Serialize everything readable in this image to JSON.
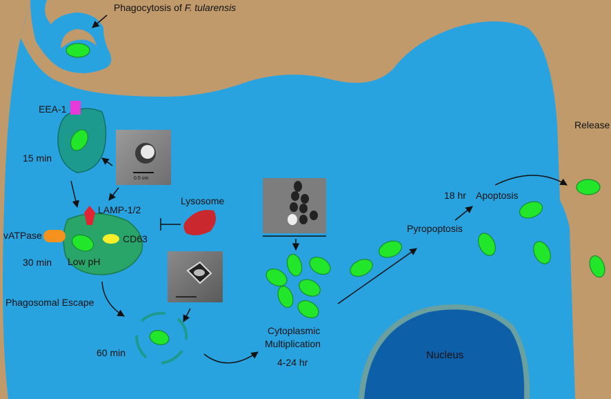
{
  "labels": {
    "phagocytosis": "Phagocytosis of ",
    "species": "F. tularensis",
    "eea1": "EEA-1",
    "t15": "15 min",
    "lamp": "LAMP-1/2",
    "vatpase": "vATPase",
    "cd63": "CD63",
    "t30": "30 min",
    "lowph": "Low pH",
    "lysosome": "Lysosome",
    "escape": "Phagosomal Escape",
    "t60": "60 min",
    "cyto1": "Cytoplasmic",
    "cyto2": "Multiplication",
    "t4_24": "4-24 hr",
    "nucleus": "Nucleus",
    "pyro": "Pyropoptosis",
    "t18": "18 hr",
    "apoptosis": "Apoptosis",
    "release": "Release"
  },
  "colors": {
    "background": "#c19a6b",
    "cytoplasm": "#29a3e0",
    "bacterium": "#22e62a",
    "early_phagosome": "#1d9a8e",
    "late_phagosome": "#2aa56a",
    "eea1_marker": "#e83ad8",
    "lamp_marker": "#e02434",
    "vatpase_marker": "#f5921e",
    "cd63_marker": "#f4ef2a",
    "lysosome": "#c8282e",
    "nucleus": "#0d5fa8"
  },
  "micrograph_scale_labels": {
    "m1": "0.5 um"
  }
}
